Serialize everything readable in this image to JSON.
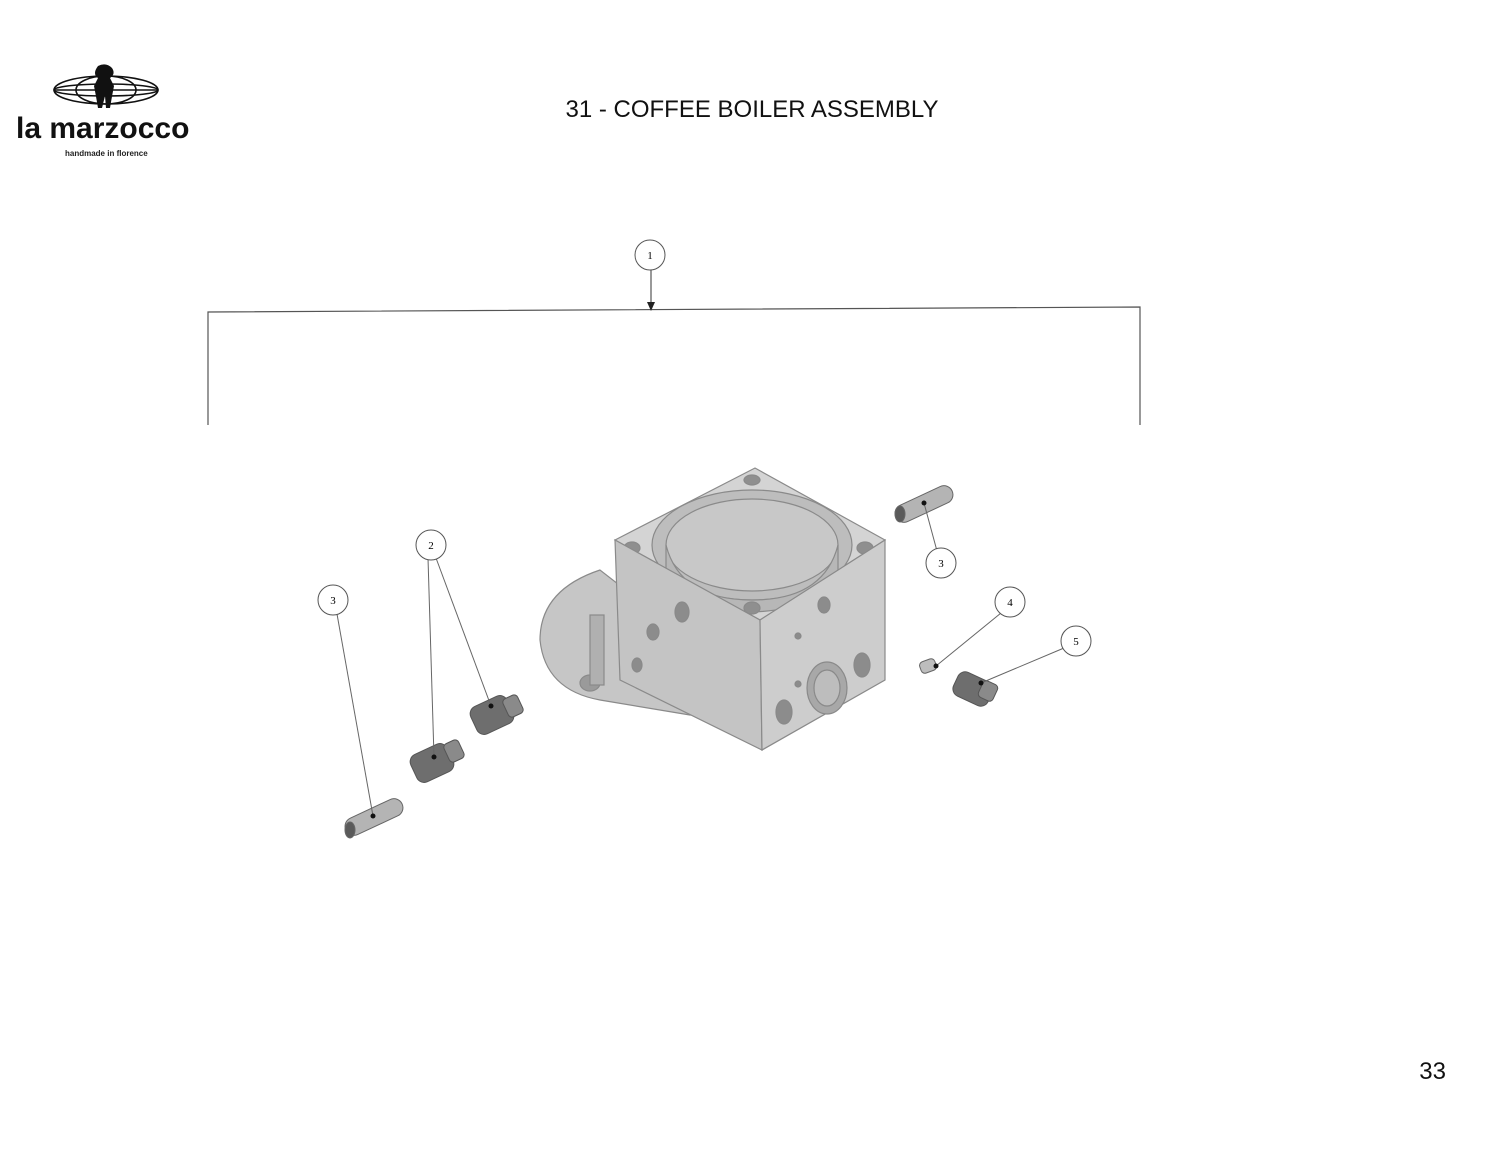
{
  "header": {
    "brand_name": "la marzocco",
    "tagline": "handmade in florence",
    "title": "31 - COFFEE BOILER ASSEMBLY"
  },
  "callouts": [
    {
      "label": "1"
    },
    {
      "label": "2"
    },
    {
      "label": "3"
    },
    {
      "label": "3"
    },
    {
      "label": "4"
    },
    {
      "label": "5"
    }
  ],
  "footer": {
    "page_number": "33"
  },
  "colors": {
    "part_fill": "#c8c8c8",
    "part_dark": "#7a7a7a",
    "line": "#555555"
  }
}
